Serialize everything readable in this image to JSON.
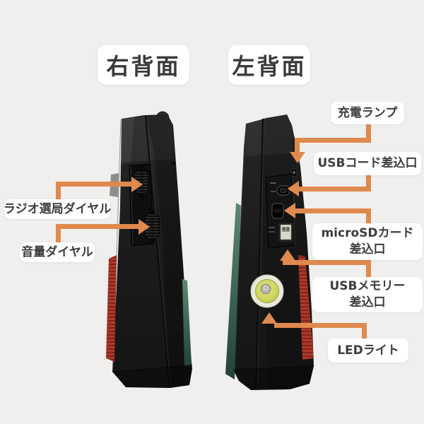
{
  "headings": {
    "right_back": "右背面",
    "left_back": "左背面"
  },
  "callouts": {
    "tuning": {
      "label": "ラジオ選局ダイヤル"
    },
    "volume": {
      "label": "音量ダイヤル"
    },
    "charge_lamp": {
      "label": "充電ランプ"
    },
    "usb_cord": {
      "label": "USBコード差込口"
    },
    "microsd": {
      "line1": "microSDカード",
      "line2": "差込口"
    },
    "usb_memory": {
      "line1": "USBメモリー",
      "line2": "差込口"
    },
    "led": {
      "label": "LEDライト"
    }
  },
  "colors": {
    "background": "#f0efed",
    "callout_bg": "#ffffff",
    "callout_text": "#3c3c3c",
    "arrow_orange": "#e0894e",
    "device_body_black": "#1c1c1c",
    "speaker_grille_red": "#b23a2c",
    "body_accent_green": "#4d7a66",
    "led_lens_yellow": "#c9d156"
  }
}
